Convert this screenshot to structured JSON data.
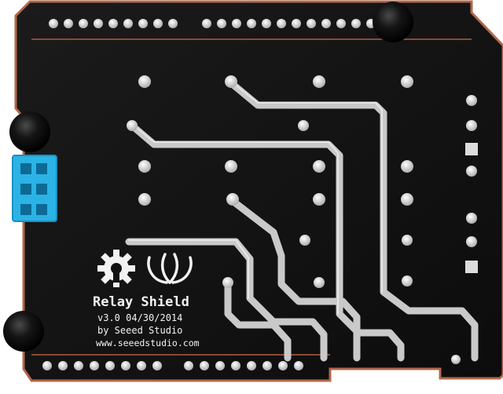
{
  "board": {
    "name": "Relay Shield",
    "version_line": "v3.0 04/30/2014",
    "maker_line": "by Seeed Studio",
    "url_line": "www.seeedstudio.com"
  },
  "colors": {
    "pcb": "#121212",
    "copper_edge": "#b4674a",
    "trace": "#c9c9c9",
    "pad": "#dcdcdc",
    "header_socket": "#2bb3e6",
    "standoff": "#0a0a0a"
  },
  "icons": [
    "open-source-hardware-gear-icon",
    "seeed-leaf-logo-icon"
  ]
}
